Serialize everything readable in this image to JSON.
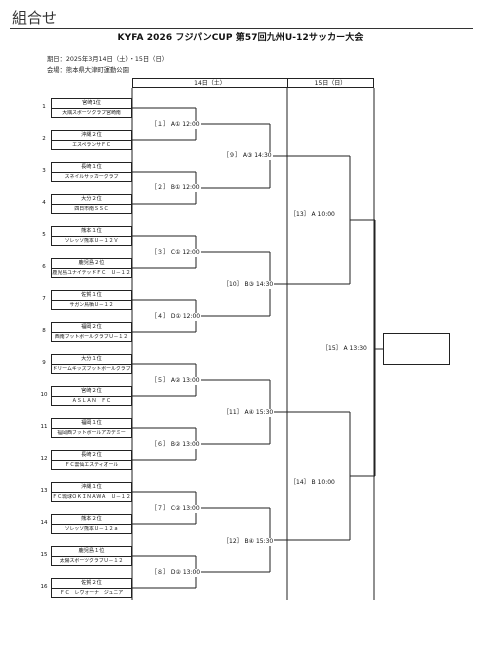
{
  "header": {
    "title": "組合せ"
  },
  "tournament": {
    "title": "KYFA 2026 フジパンCUP 第57回九州U-12サッカー大会",
    "period": "期日：2025年3月14日（土）・15日（日）",
    "venue": "会場：熊本県大津町運動公園"
  },
  "days": {
    "day1": "14日（土）",
    "day2": "15日（日）"
  },
  "teams": [
    {
      "num": "1",
      "pref": "宮崎1位",
      "name": "大隅スポーツクラブ宮崎南"
    },
    {
      "num": "2",
      "pref": "沖縄２位",
      "name": "エスペランサＦＣ"
    },
    {
      "num": "3",
      "pref": "長崎１位",
      "name": "スネイルサッカークラブ"
    },
    {
      "num": "4",
      "pref": "大分２位",
      "name": "四日市南ＳＳＣ"
    },
    {
      "num": "5",
      "pref": "熊本１位",
      "name": "ソレッソ熊本Ｕ－１２Ｖ"
    },
    {
      "num": "6",
      "pref": "鹿児島２位",
      "name": "鹿児島ユナイテッドＦＣ　Ｕ－１２"
    },
    {
      "num": "7",
      "pref": "佐賀１位",
      "name": "サガン鳥栖Ｕ－１２"
    },
    {
      "num": "8",
      "pref": "福岡２位",
      "name": "西南フットボールクラブＵ－１２"
    },
    {
      "num": "9",
      "pref": "大分１位",
      "name": "ドリームキッズフットボールクラブ"
    },
    {
      "num": "10",
      "pref": "宮崎２位",
      "name": "ＡＳＬＡＮ　ＦＣ"
    },
    {
      "num": "11",
      "pref": "福岡１位",
      "name": "福岡西フットボールアカデミー"
    },
    {
      "num": "12",
      "pref": "長崎２位",
      "name": "ＦＣ雲仙エスティオール"
    },
    {
      "num": "13",
      "pref": "沖縄１位",
      "name": "ＦＣ琉球ＯＫＩＮＡＷＡ　Ｕ－１２"
    },
    {
      "num": "14",
      "pref": "熊本２位",
      "name": "ソレッソ熊本Ｕ－１２ａ"
    },
    {
      "num": "15",
      "pref": "鹿児島１位",
      "name": "太陽スポーツクラブＵ－１２"
    },
    {
      "num": "16",
      "pref": "佐賀２位",
      "name": "ＦＣ　レヴォーナ　ジュニア"
    }
  ],
  "matches": {
    "m1": "［１］ A① 12:00",
    "m2": "［２］ B① 12:00",
    "m3": "［３］ C① 12:00",
    "m4": "［４］ D① 12:00",
    "m5": "［５］ A② 13:00",
    "m6": "［６］ B② 13:00",
    "m7": "［７］ C② 13:00",
    "m8": "［８］ D② 13:00",
    "m9": "［９］ A③ 14:30",
    "m10": "［10］ B③ 14:30",
    "m11": "［11］ A④ 15:30",
    "m12": "［12］ B④ 15:30",
    "m13": "［13］ A 10:00",
    "m14": "［14］ B 10:00",
    "m15": "［15］ A 13:30"
  }
}
